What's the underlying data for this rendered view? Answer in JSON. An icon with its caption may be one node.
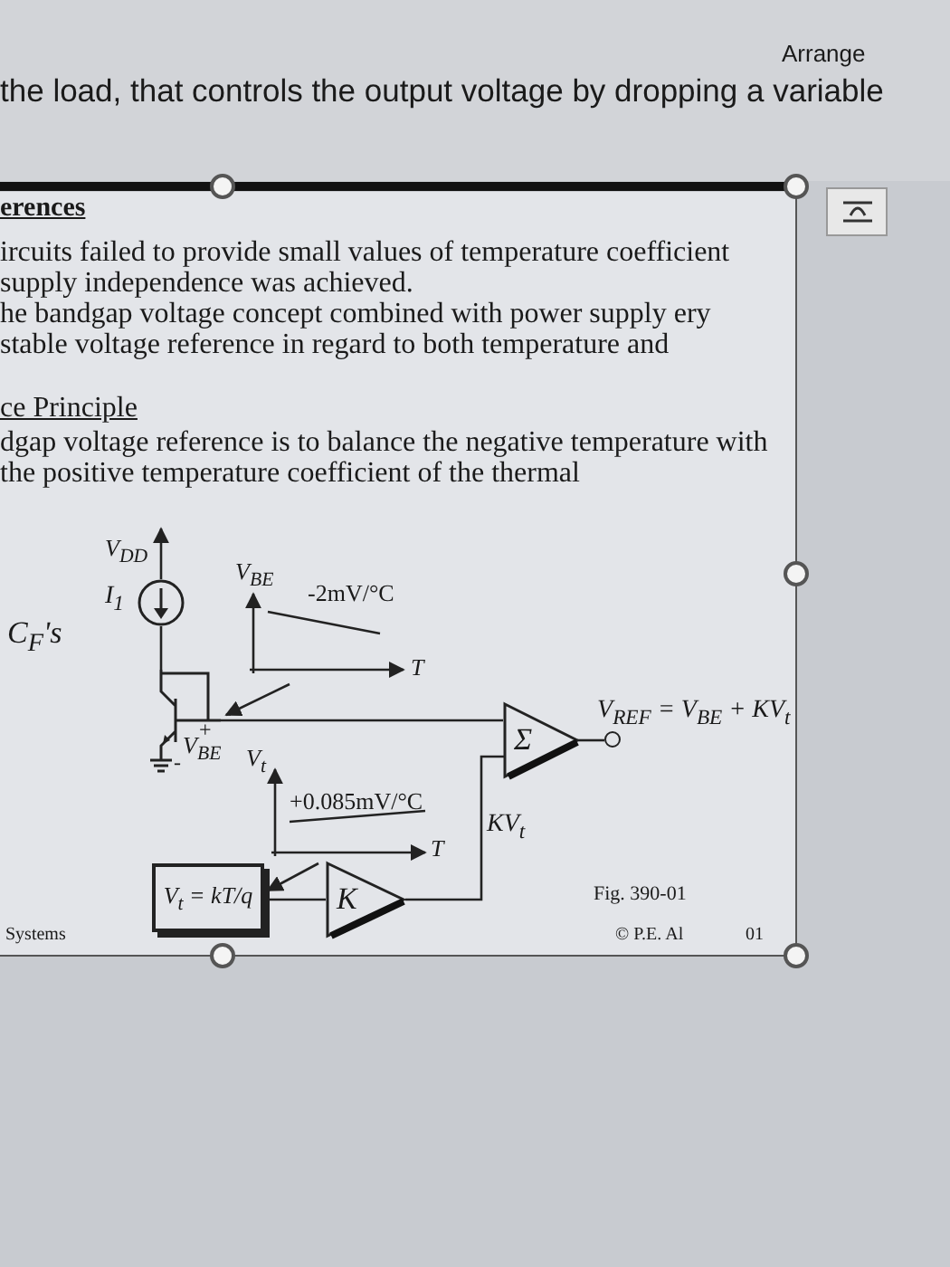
{
  "diagram": {
    "nodes": [
      {
        "text": [
          "V$_{t}$ = kT/q"
        ]
      },
      {
        "text": [
          "K"
        ]
      },
      {
        "text": [
          "Σ"
        ]
      },
      {
        "text": [],
        "shape": "circle",
        "beside": [
          "I$_{1}$"
        ]
      },
      {
        "text": [],
        "shape": "transistor"
      },
      {
        "text": [],
        "shape": "circle",
        "beside": [
          "V$_{REF}$ = V$_{BE}$ + KV$_{t}$"
        ]
      },
      {
        "text": [
          "V$_{BE}$",
          "T",
          "-2mV/°C"
        ]
      },
      {
        "text": [
          "V$_{t}$",
          "T",
          "+0.085mV/°C"
        ]
      }
    ],
    "edges": [
      {
        "from": 3,
        "to": 4,
        "arrow": "none"
      },
      {
        "from": 4,
        "to": 2,
        "arrow": "none"
      },
      {
        "from": 6,
        "to": 4,
        "arrow": "to"
      },
      {
        "from": 7,
        "to": 0,
        "arrow": "to"
      },
      {
        "from": 0,
        "to": 1,
        "arrow": "none"
      },
      {
        "from": 1,
        "to": 2,
        "arrow": "none",
        "label": "KV$_{t}$"
      },
      {
        "from": 2,
        "to": 5,
        "arrow": "none"
      }
    ],
    "labels": [
      "Arrange",
      "the load, that controls the output voltage by dropping a variable",
      "erences",
      "ircuits failed to provide small values of temperature coefficient supply independence was achieved.",
      "he bandgap voltage concept combined with power supply ery stable voltage reference in regard to both temperature and",
      "ce Principle",
      "dgap voltage reference is to balance the negative temperature with the positive temperature coefficient of the thermal",
      "C$_{F}$'s",
      "V$_{DD}$",
      "+",
      "-",
      "V$_{BE}$",
      "Fig. 390-01",
      "Systems",
      "© P.E. Al",
      "01"
    ]
  }
}
